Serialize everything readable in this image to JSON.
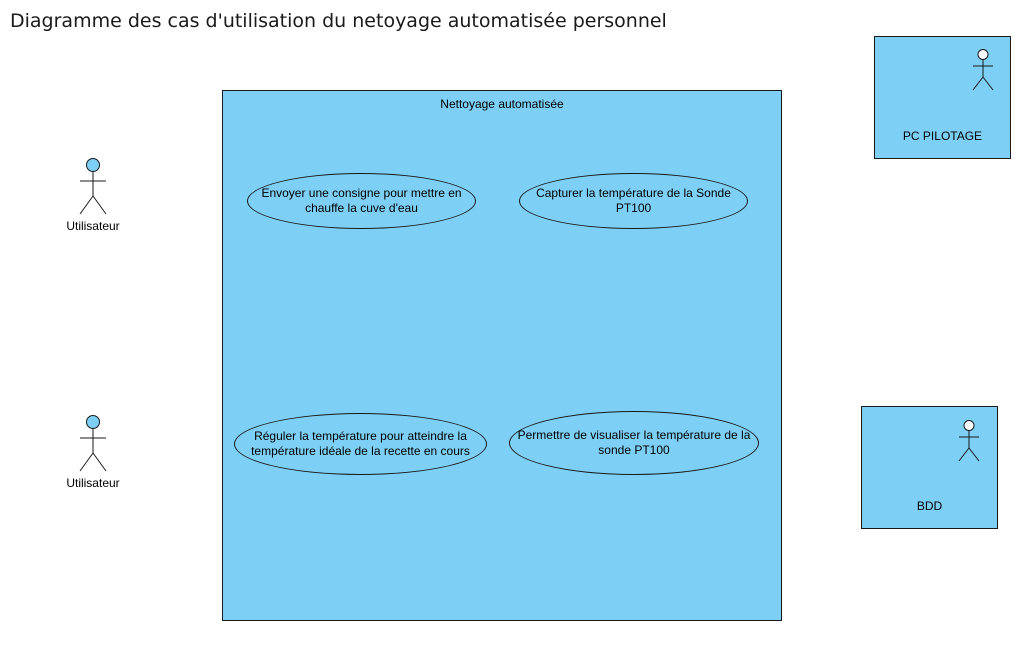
{
  "title": "Diagramme des cas d'utilisation du netoyage automatisée personnel",
  "system": {
    "label": "Nettoyage automatisée"
  },
  "use_cases": [
    {
      "label": "Envoyer une consigne pour mettre en chauffe la cuve d'eau"
    },
    {
      "label": "Capturer la température de la Sonde PT100"
    },
    {
      "label": "Réguler la température pour atteindre la température idéale de la recette en cours"
    },
    {
      "label": "Permettre de visualiser la température de la sonde PT100"
    }
  ],
  "actors": [
    {
      "label": "Utilisateur",
      "icon": "stick-figure-icon"
    },
    {
      "label": "Utilisateur",
      "icon": "stick-figure-icon"
    }
  ],
  "external_systems": [
    {
      "label": "PC PILOTAGE",
      "icon": "stick-figure-icon"
    },
    {
      "label": "BDD",
      "icon": "stick-figure-icon"
    }
  ],
  "colors": {
    "fill": "#7dcff5",
    "stroke": "#1a1a1a",
    "actor_head": "#7dcff5"
  }
}
